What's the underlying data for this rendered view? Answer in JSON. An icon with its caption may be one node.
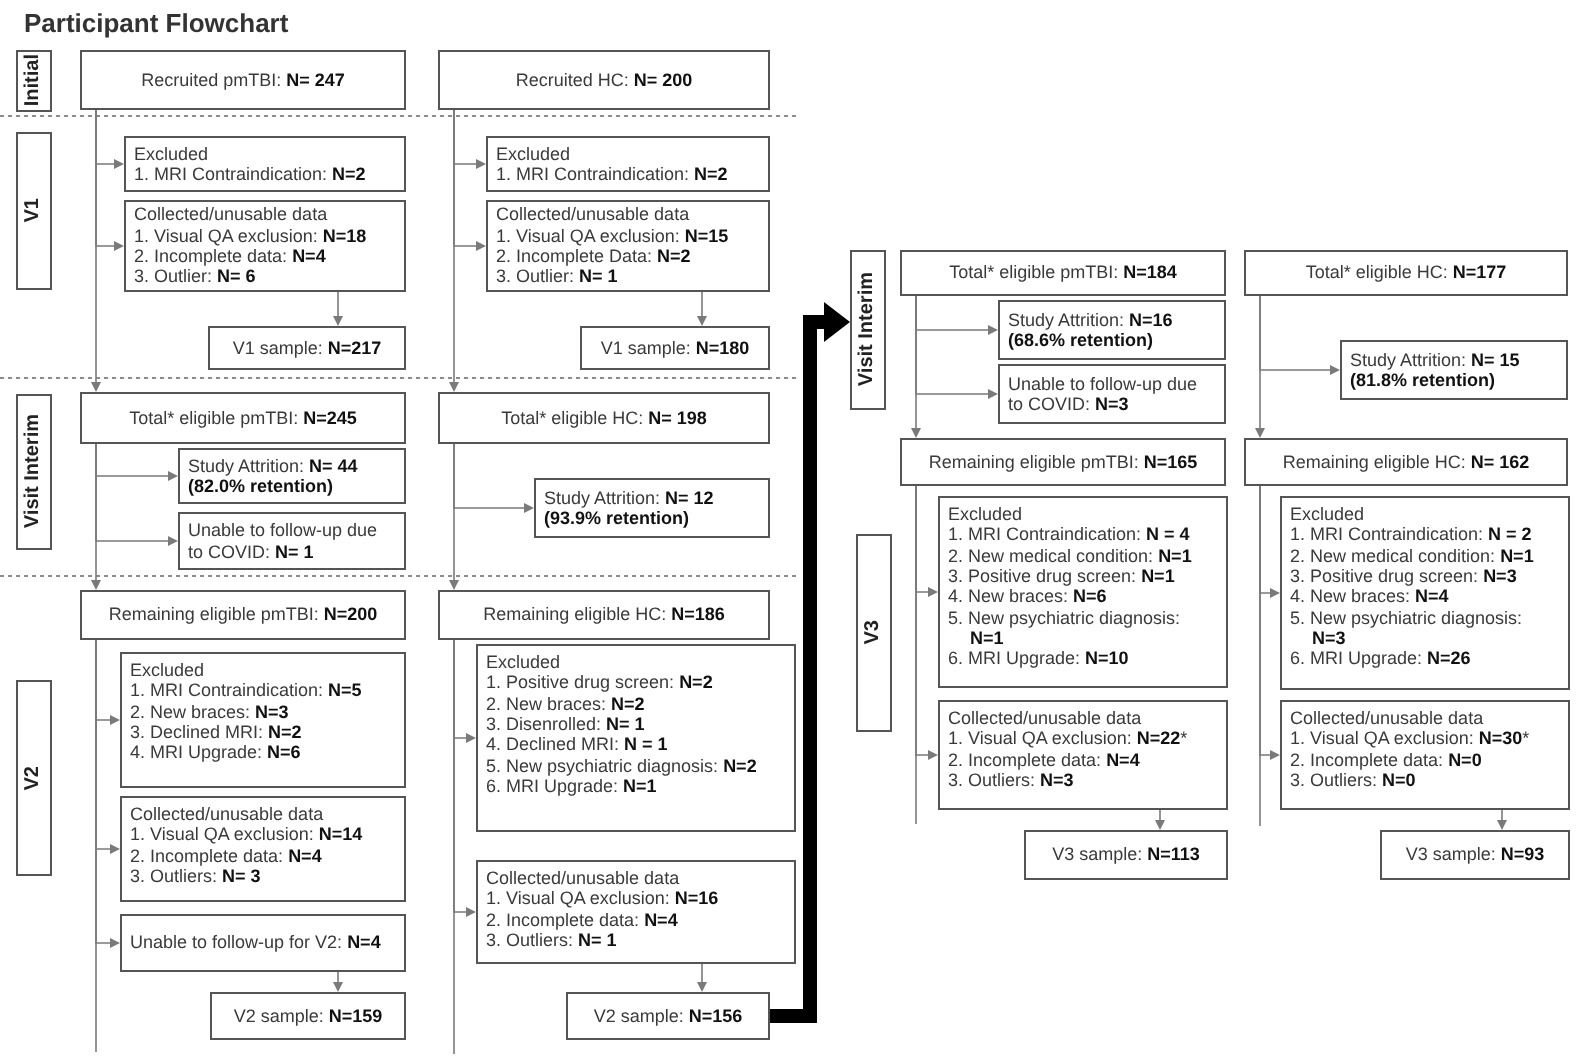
{
  "diagram": {
    "title": "Participant Flowchart",
    "nodes": [
      {
        "text": [
          "Initial"
        ]
      },
      {
        "text": [
          "V1"
        ]
      },
      {
        "text": [
          "Visit Interim"
        ]
      },
      {
        "text": [
          "V2"
        ]
      },
      {
        "text": [
          "Visit Interim"
        ]
      },
      {
        "text": [
          "V3"
        ]
      },
      {
        "text": [
          "Recruited pmTBI: **N= 247**"
        ]
      },
      {
        "text": [
          "Recruited HC: **N= 200**"
        ]
      },
      {
        "text": [
          "Excluded",
          "1. MRI Contraindication: **N=2**"
        ]
      },
      {
        "text": [
          "Collected/unusable data",
          "1. Visual QA exclusion: **N=18**",
          "2. Incomplete data: **N=4**",
          "3. Outlier: **N= 6**"
        ]
      },
      {
        "text": [
          "V1 sample: **N=217**"
        ]
      },
      {
        "text": [
          "Excluded",
          "1. MRI Contraindication: **N=2**"
        ]
      },
      {
        "text": [
          "Collected/unusable data",
          "1. Visual QA exclusion: **N=15**",
          "2. Incomplete Data: **N=2**",
          "3. Outlier: **N= 1**"
        ]
      },
      {
        "text": [
          "V1 sample: **N=180**"
        ]
      },
      {
        "text": [
          "Total* eligible pmTBI: **N=245**"
        ]
      },
      {
        "text": [
          "Study Attrition: **N= 44 (82.0% retention)**"
        ]
      },
      {
        "text": [
          "Unable to follow-up due to COVID: **N= 1**"
        ]
      },
      {
        "text": [
          "Total* eligible HC: **N= 198**"
        ]
      },
      {
        "text": [
          "Study Attrition: **N= 12 (93.9% retention)**"
        ]
      },
      {
        "text": [
          "Remaining eligible pmTBI: **N=200**"
        ]
      },
      {
        "text": [
          "Excluded",
          "1. MRI Contraindication: **N=5**",
          "2. New braces: **N=3**",
          "3. Declined MRI: **N=2**",
          "4. MRI Upgrade: **N=6**"
        ]
      },
      {
        "text": [
          "Collected/unusable data",
          "1. Visual QA exclusion: **N=14**",
          "2. Incomplete data: **N=4**",
          "3. Outliers: **N= 3**"
        ]
      },
      {
        "text": [
          "Unable to follow-up for V2: **N=4**"
        ]
      },
      {
        "text": [
          "V2 sample: **N=159**"
        ]
      },
      {
        "text": [
          "Remaining eligible HC: **N=186**"
        ]
      },
      {
        "text": [
          "Excluded",
          "1. Positive drug screen: **N=2**",
          "2. New braces: **N=2**",
          "3. Disenrolled: **N= 1**",
          "4. Declined MRI: **N = 1**",
          "5. New psychiatric diagnosis: **N=2**",
          "6. MRI Upgrade: **N=1**"
        ]
      },
      {
        "text": [
          "Collected/unusable data",
          "1. Visual QA exclusion: **N=16**",
          "2. Incomplete data: **N=4**",
          "3. Outliers: **N= 1**"
        ]
      },
      {
        "text": [
          "V2 sample: **N=156**"
        ]
      },
      {
        "text": [
          "Total* eligible pmTBI: **N=184**"
        ]
      },
      {
        "text": [
          "Study Attrition: **N=16 (68.6% retention)**"
        ]
      },
      {
        "text": [
          "Unable to follow-up due to COVID: **N=3**"
        ]
      },
      {
        "text": [
          "Total* eligible HC: **N=177**"
        ]
      },
      {
        "text": [
          "Study Attrition: **N= 15 (81.8% retention)**"
        ]
      },
      {
        "text": [
          "Remaining eligible pmTBI: **N=165**"
        ]
      },
      {
        "text": [
          "Remaining eligible HC: **N= 162**"
        ]
      },
      {
        "text": [
          "Excluded",
          "1. MRI Contraindication: **N = 4**",
          "2. New medical condition: **N=1**",
          "3. Positive drug screen: **N=1**",
          "4. New braces: **N=6**",
          "5. New psychiatric diagnosis: **N=1**",
          "6. MRI Upgrade: **N=10**"
        ]
      },
      {
        "text": [
          "Collected/unusable data",
          "1. Visual QA exclusion: **N=22***",
          "2. Incomplete data: **N=4**",
          "3. Outliers: **N=3**"
        ]
      },
      {
        "text": [
          "V3 sample: **N=113**"
        ]
      },
      {
        "text": [
          "Excluded",
          "1. MRI Contraindication: **N = 2**",
          "2. New medical condition: **N=1**",
          "3. Positive drug screen: **N=3**",
          "4. New braces: **N=4**",
          "5. New psychiatric diagnosis: **N=3**",
          "6. MRI Upgrade: **N=26**"
        ]
      },
      {
        "text": [
          "Collected/unusable data",
          "1. Visual QA exclusion: **N=30***",
          "2. Incomplete data: **N=0**",
          "3. Outliers: **N=0**"
        ]
      },
      {
        "text": [
          "V3 sample: **N=93**"
        ]
      }
    ],
    "edges": [
      {
        "from": 6,
        "to": 8,
        "arrow": "to"
      },
      {
        "from": 6,
        "to": 9,
        "arrow": "to"
      },
      {
        "from": 6,
        "to": 14,
        "arrow": "to"
      },
      {
        "from": 9,
        "to": 10,
        "arrow": "to"
      },
      {
        "from": 7,
        "to": 11,
        "arrow": "to"
      },
      {
        "from": 7,
        "to": 12,
        "arrow": "to"
      },
      {
        "from": 7,
        "to": 17,
        "arrow": "to"
      },
      {
        "from": 12,
        "to": 13,
        "arrow": "to"
      },
      {
        "from": 14,
        "to": 15,
        "arrow": "to"
      },
      {
        "from": 14,
        "to": 16,
        "arrow": "to"
      },
      {
        "from": 14,
        "to": 19,
        "arrow": "to"
      },
      {
        "from": 17,
        "to": 18,
        "arrow": "to"
      },
      {
        "from": 17,
        "to": 24,
        "arrow": "to"
      },
      {
        "from": 19,
        "to": 20,
        "arrow": "to"
      },
      {
        "from": 19,
        "to": 21,
        "arrow": "to"
      },
      {
        "from": 19,
        "to": 22,
        "arrow": "to"
      },
      {
        "from": 22,
        "to": 23,
        "arrow": "to"
      },
      {
        "from": 19,
        "to": null,
        "arrow": "none"
      },
      {
        "from": 24,
        "to": 25,
        "arrow": "to"
      },
      {
        "from": 24,
        "to": 26,
        "arrow": "to"
      },
      {
        "from": 26,
        "to": 27,
        "arrow": "to"
      },
      {
        "from": 24,
        "to": null,
        "arrow": "none"
      },
      {
        "from": 27,
        "to": 4,
        "arrow": "to",
        "style": "thick",
        "color": "#000000"
      },
      {
        "from": 28,
        "to": 29,
        "arrow": "to"
      },
      {
        "from": 28,
        "to": 30,
        "arrow": "to"
      },
      {
        "from": 28,
        "to": 33,
        "arrow": "to"
      },
      {
        "from": 31,
        "to": 32,
        "arrow": "to"
      },
      {
        "from": 31,
        "to": 34,
        "arrow": "to"
      },
      {
        "from": 33,
        "to": 35,
        "arrow": "to"
      },
      {
        "from": 33,
        "to": 36,
        "arrow": "to"
      },
      {
        "from": 36,
        "to": 37,
        "arrow": "to"
      },
      {
        "from": 33,
        "to": null,
        "arrow": "none"
      },
      {
        "from": 34,
        "to": 38,
        "arrow": "to"
      },
      {
        "from": 34,
        "to": 39,
        "arrow": "to"
      },
      {
        "from": 39,
        "to": 40,
        "arrow": "to"
      },
      {
        "from": 34,
        "to": null,
        "arrow": "none"
      }
    ]
  }
}
